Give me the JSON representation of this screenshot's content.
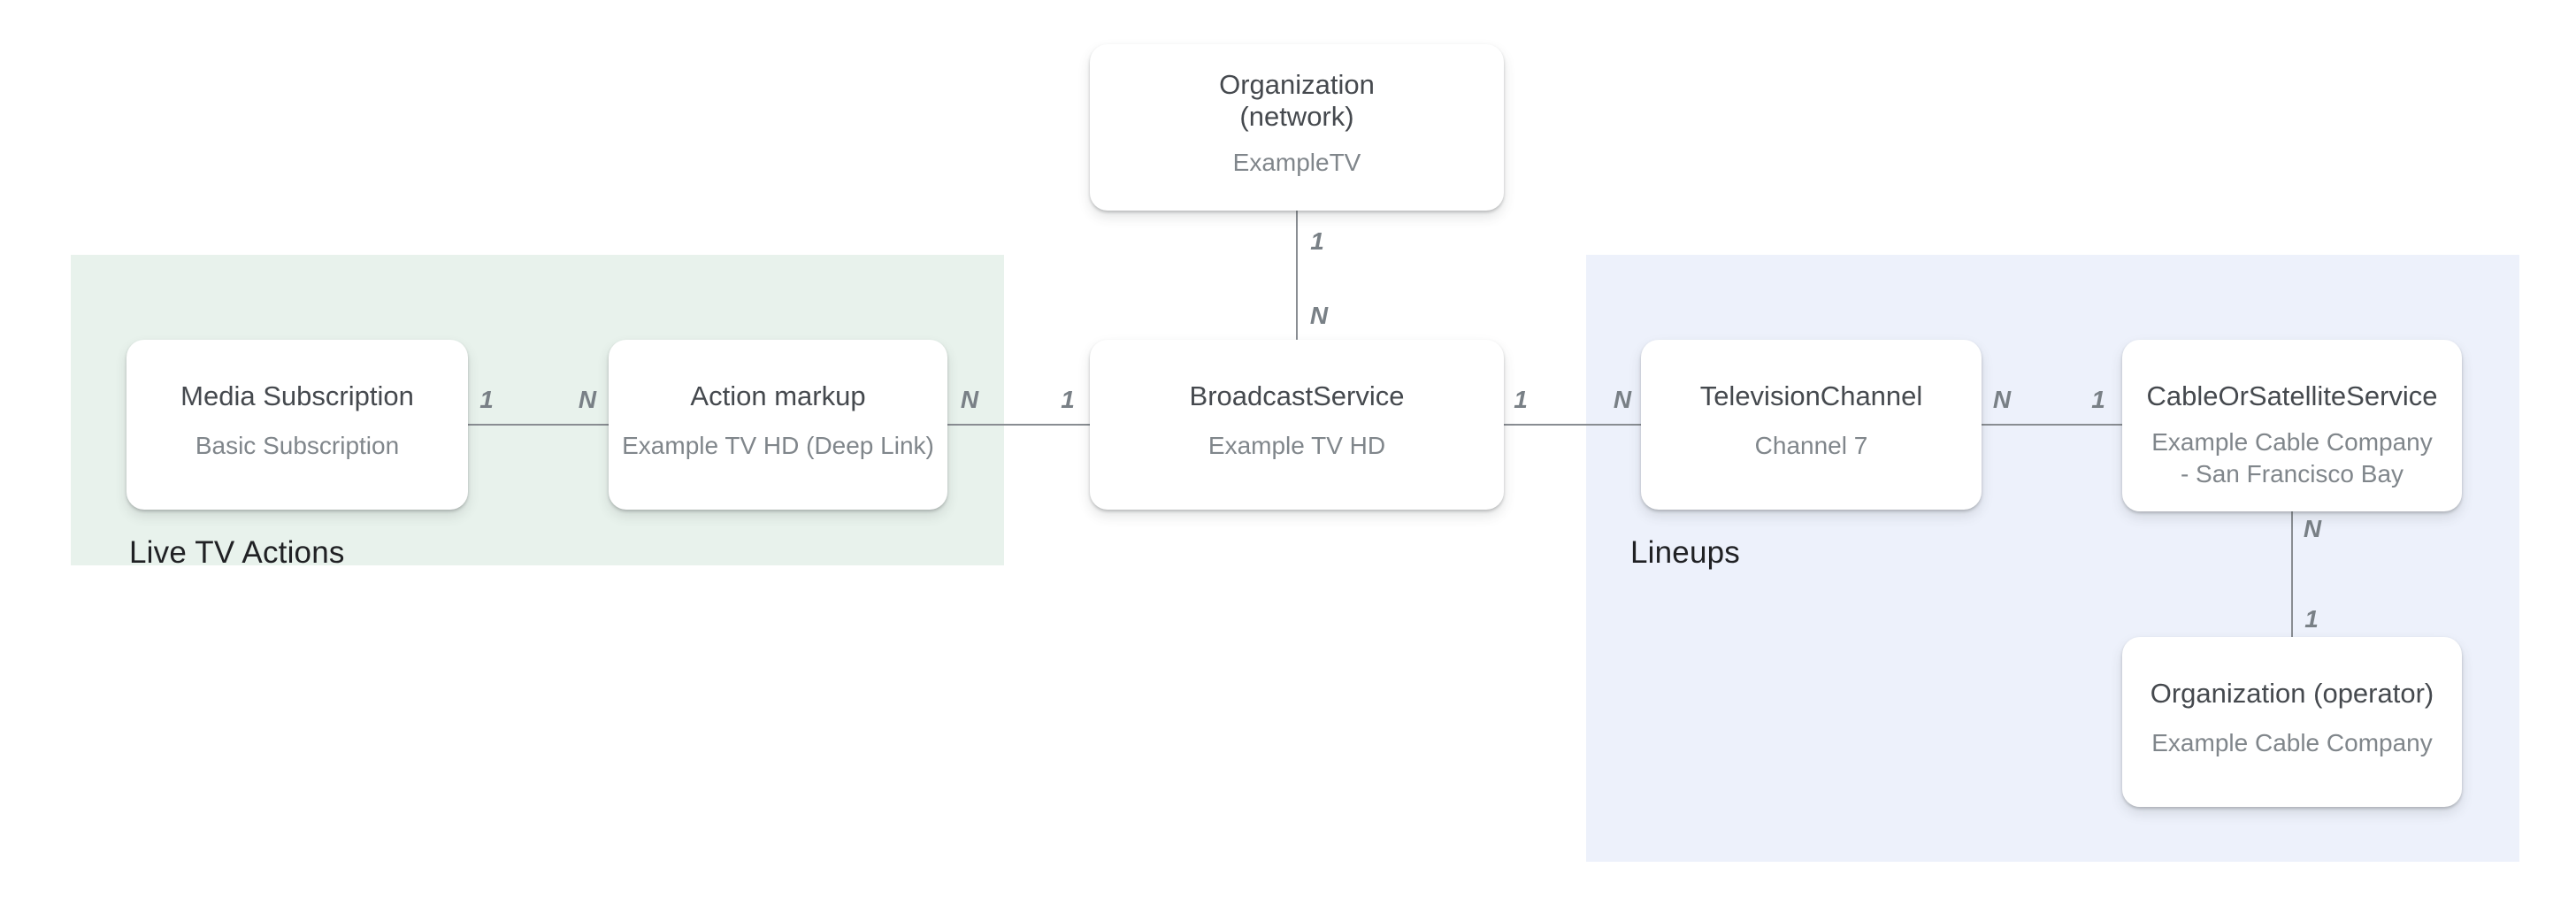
{
  "diagram": {
    "regions": {
      "live_tv_actions": {
        "title": "Live TV Actions",
        "background": "#e8f2ec"
      },
      "lineups": {
        "title": "Lineups",
        "background": "#edf1fb"
      }
    },
    "nodes": {
      "organization_network": {
        "title_lines": [
          "Organization",
          "(network)"
        ],
        "subtitle": "ExampleTV"
      },
      "media_subscription": {
        "title": "Media Subscription",
        "subtitle": "Basic Subscription"
      },
      "action_markup": {
        "title": "Action markup",
        "subtitle": "Example TV HD (Deep Link)"
      },
      "broadcast_service": {
        "title": "BroadcastService",
        "subtitle": "Example TV HD"
      },
      "television_channel": {
        "title": "TelevisionChannel",
        "subtitle": "Channel 7"
      },
      "cable_or_satellite_service": {
        "title": "CableOrSatelliteService",
        "subtitle": "Example Cable Company - San Francisco Bay"
      },
      "organization_operator": {
        "title": "Organization (operator)",
        "subtitle": "Example Cable Company"
      }
    },
    "edges": {
      "media_to_action": {
        "from_card": "1",
        "to_card": "N"
      },
      "action_to_broadcast": {
        "from_card": "N",
        "to_card": "1"
      },
      "network_to_broadcast": {
        "from_card": "1",
        "to_card": "N"
      },
      "broadcast_to_channel": {
        "from_card": "1",
        "to_card": "N"
      },
      "channel_to_cable": {
        "from_card": "N",
        "to_card": "1"
      },
      "cable_to_operator": {
        "from_card": "N",
        "to_card": "1"
      }
    },
    "colors": {
      "region_green": "#e8f2ec",
      "region_blue": "#edf1fb",
      "connector": "#898d92",
      "region_title": "#202124",
      "node_title": "#45494e",
      "node_subtitle": "#80868b",
      "cardinality": "#798086",
      "node_background": "#ffffff"
    }
  }
}
